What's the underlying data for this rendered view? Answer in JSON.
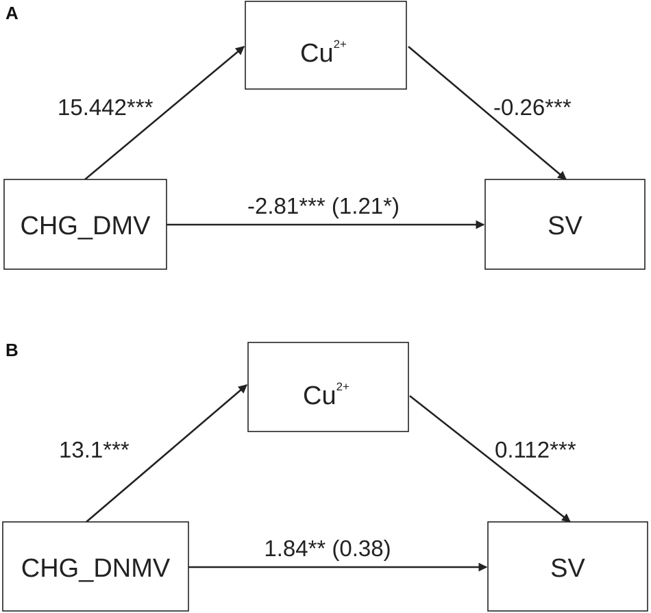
{
  "panels": [
    {
      "label": "A",
      "nodes": {
        "predictor": "CHG_DMV",
        "mediator": "Cu",
        "mediator_superscript": "2+",
        "outcome": "SV"
      },
      "paths": {
        "a": "15.442***",
        "b": "-0.26***",
        "c": "-2.81*** (1.21*)"
      }
    },
    {
      "label": "B",
      "nodes": {
        "predictor": "CHG_DNMV",
        "mediator": "Cu",
        "mediator_superscript": "2+",
        "outcome": "SV"
      },
      "paths": {
        "a": "13.1***",
        "b": "0.112***",
        "c": "1.84** (0.38)"
      }
    }
  ],
  "colors": {
    "line": "#222222",
    "text": "#222222",
    "background": "#ffffff"
  }
}
